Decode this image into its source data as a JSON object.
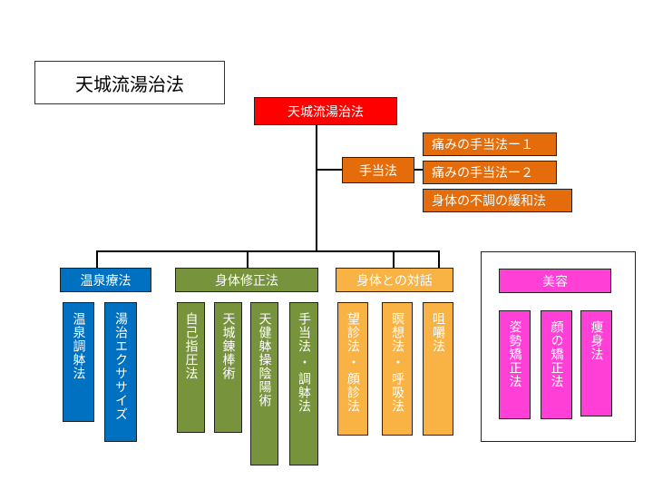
{
  "title": "天城流湯治法",
  "root": "天城流湯治法",
  "teate": {
    "label": "手当法",
    "items": [
      "痛みの手当法ー１",
      "痛みの手当法ー２",
      "身体の不調の緩和法"
    ]
  },
  "categories": {
    "onsen": {
      "label": "温泉療法",
      "items": [
        [
          "温泉調躰法"
        ],
        [
          "湯治エクササイズ"
        ]
      ]
    },
    "shintai": {
      "label": "身体修正法",
      "items": [
        [
          "自己指圧法"
        ],
        [
          "天城錬棒術"
        ],
        [
          "天健躰操陰陽術"
        ],
        [
          "手当法",
          "調躰法"
        ]
      ]
    },
    "taiwa": {
      "label": "身体との対話",
      "items": [
        [
          "望診法",
          "顔診法"
        ],
        [
          "瞑想法",
          "呼吸法"
        ],
        [
          "咀嚼法"
        ]
      ]
    },
    "biyou": {
      "label": "美容",
      "items": [
        [
          "姿勢矯正法"
        ],
        [
          "顔の矯正法"
        ],
        [
          "痩身法"
        ]
      ]
    }
  },
  "colors": {
    "root": "#ff0000",
    "teate": "#e46c0a",
    "onsen": "#0070c0",
    "shintai": "#77933c",
    "taiwa": "#f9b244",
    "biyou": "#ff3fd6"
  }
}
